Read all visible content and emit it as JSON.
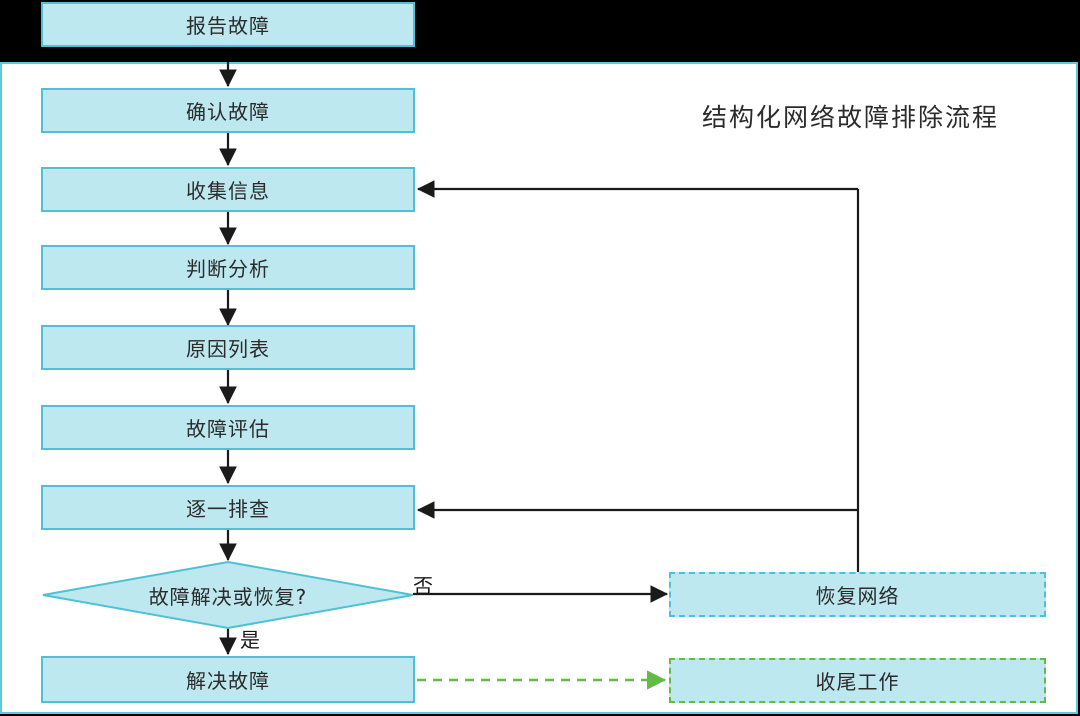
{
  "diagram": {
    "title": "结构化网络故障排除流程",
    "colors": {
      "node_fill": "#bde8f0",
      "node_border": "#4fc0d6",
      "frame_border": "#5ec8dd",
      "green_accent": "#62bb46",
      "connector": "#1a1a1a",
      "top_strip": "#000000"
    },
    "nodes": [
      {
        "id": "report",
        "label": "报告故障",
        "shape": "process",
        "style": "solid-cyan"
      },
      {
        "id": "confirm",
        "label": "确认故障",
        "shape": "process",
        "style": "solid-cyan"
      },
      {
        "id": "collect",
        "label": "收集信息",
        "shape": "process",
        "style": "solid-cyan"
      },
      {
        "id": "analyze",
        "label": "判断分析",
        "shape": "process",
        "style": "solid-cyan"
      },
      {
        "id": "causes",
        "label": "原因列表",
        "shape": "process",
        "style": "solid-cyan"
      },
      {
        "id": "assess",
        "label": "故障评估",
        "shape": "process",
        "style": "solid-cyan"
      },
      {
        "id": "checkone",
        "label": "逐一排查",
        "shape": "process",
        "style": "solid-cyan"
      },
      {
        "id": "decide",
        "label": "故障解决或恢复?",
        "shape": "decision",
        "style": "solid-cyan"
      },
      {
        "id": "resolve",
        "label": "解决故障",
        "shape": "process",
        "style": "solid-cyan"
      },
      {
        "id": "restore",
        "label": "恢复网络",
        "shape": "process",
        "style": "dashed-cyan"
      },
      {
        "id": "wrapup",
        "label": "收尾工作",
        "shape": "process",
        "style": "dashed-green"
      }
    ],
    "edge_labels": {
      "no": "否",
      "yes": "是"
    }
  }
}
